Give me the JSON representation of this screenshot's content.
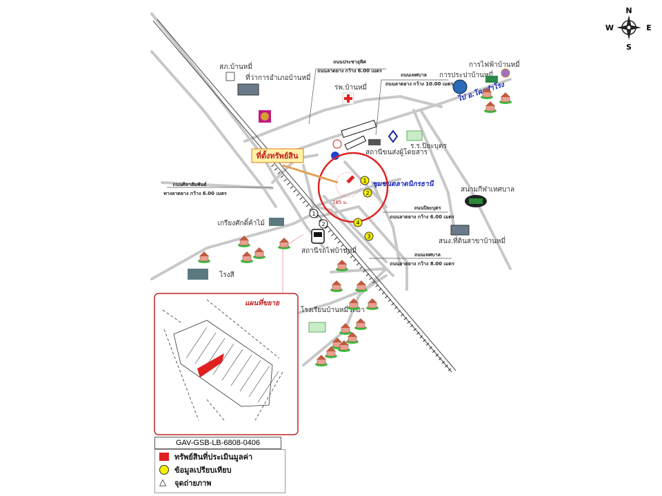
{
  "compass": {
    "n": "N",
    "e": "E",
    "s": "S",
    "w": "W"
  },
  "places": {
    "police": "สภ.บ้านหมี่",
    "district_office": "ที่ว่าการอำเภอบ้านหมี่",
    "hospital": "รพ.บ้านหมี่",
    "waterworks": "การประปาบ้านหมี่",
    "electricity": "การไฟฟ้าบ้านหมี่",
    "to_khok_samrong": "ไป อ.โคกสำโรง",
    "school_piyabut": "ร.ร.ปิยะบุตร",
    "bus_station": "สถานีขนส่งผู้โดยสาร",
    "community": "ชุมชนตลาดนิกรธานี",
    "stadium": "สนามกีฬาเทศบาล",
    "lumber": "เกรียงศักดิ์ค้าไม้",
    "train_station": "สถานีรถไฟบ้านหมี่",
    "land_office": "สนง.ที่ดินสาขาบ้านหมี่",
    "rice_mill": "โรงสี",
    "school_banmi": "โรงเรียนบ้านหมี่วิทยา"
  },
  "roads": {
    "pracha_uthit": {
      "name": "ถนนประชาอุทิศ",
      "desc": "ถนนลาดยาง กว้าง 6.00 เมตร"
    },
    "thetsaban_10": {
      "name": "ถนนเทศบาล",
      "desc": "ถนนลาดยาง กว้าง 10.00 เมตร"
    },
    "sila_samphan": {
      "name": "ถนนศิลาสัมพันธ์",
      "desc": "ทางลาดยาง กว้าง 6.00 เมตร"
    },
    "piyabut": {
      "name": "ถนนปิยะบุตร",
      "desc": "ถนนลาดยาง กว้าง 6.00 เมตร"
    },
    "thetsaban_8": {
      "name": "ถนนเทศบาล",
      "desc": "ถนนลาดยาง กว้าง 8.00 เมตร"
    }
  },
  "property_callout": "ที่ตั้งทรัพย์สิน",
  "distance": "185 ม.",
  "comparables": [
    "1",
    "2",
    "3",
    "4"
  ],
  "photo_points": [
    "1",
    "2"
  ],
  "inset_title": "แผนที่ขยาย",
  "code": "GAV-GSB-LB-6808-0406",
  "legend": {
    "property": "ทรัพย์สินที่ประเมินมูลค่า",
    "comparable": "ข้อมูลเปรียบเทียบ",
    "photo": "จุดถ่ายภาพ"
  },
  "colors": {
    "accent": "#e02020",
    "callout_bg": "#fff3a8",
    "callout_border": "#e07a20",
    "comp": "#f5f000",
    "road": "#c8c8c8"
  }
}
